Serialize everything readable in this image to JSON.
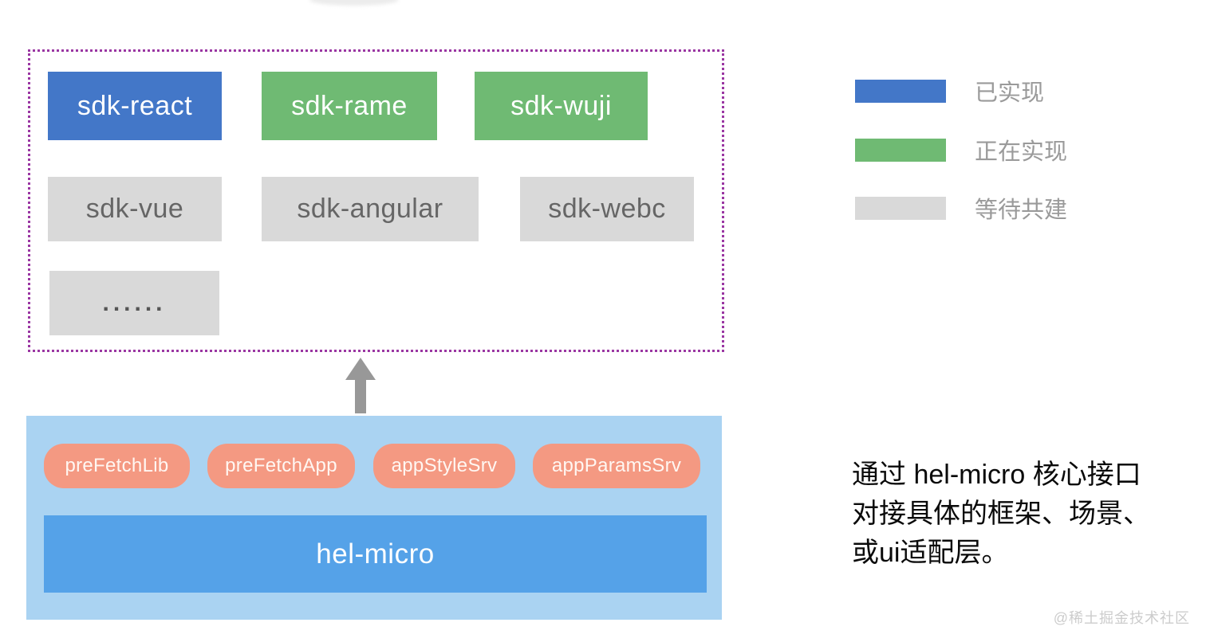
{
  "colors": {
    "implemented": "#4377c8",
    "in_progress": "#6fba73",
    "waiting": "#d9d9d9",
    "outline_purple": "#9a36a2",
    "container_light_blue": "#aad3f2",
    "core_bar_blue": "#55a2e8",
    "pill_salmon": "#f49982"
  },
  "sdk_grid": {
    "blocks": [
      {
        "label": "sdk-react",
        "status": "已实现",
        "bg": "#4377c8"
      },
      {
        "label": "sdk-rame",
        "status": "正在实现",
        "bg": "#6fba73"
      },
      {
        "label": "sdk-wuji",
        "status": "正在实现",
        "bg": "#6fba73"
      },
      {
        "label": "sdk-vue",
        "status": "等待共建",
        "bg": "#d9d9d9"
      },
      {
        "label": "sdk-angular",
        "status": "等待共建",
        "bg": "#d9d9d9"
      },
      {
        "label": "sdk-webc",
        "status": "等待共建",
        "bg": "#d9d9d9"
      },
      {
        "label": "......",
        "status": "等待共建",
        "bg": "#d9d9d9"
      }
    ]
  },
  "core": {
    "pills": [
      {
        "label": "preFetchLib"
      },
      {
        "label": "preFetchApp"
      },
      {
        "label": "appStyleSrv"
      },
      {
        "label": "appParamsSrv"
      }
    ],
    "bar_label": "hel-micro"
  },
  "legend": {
    "items": [
      {
        "label": "已实现",
        "color": "#4377c8"
      },
      {
        "label": "正在实现",
        "color": "#6fba73"
      },
      {
        "label": "等待共建",
        "color": "#d9d9d9"
      }
    ]
  },
  "caption": {
    "lines": [
      "通过 hel-micro 核心接口",
      "对接具体的框架、场景、",
      "或ui适配层。"
    ]
  },
  "watermark": "@稀土掘金技术社区"
}
